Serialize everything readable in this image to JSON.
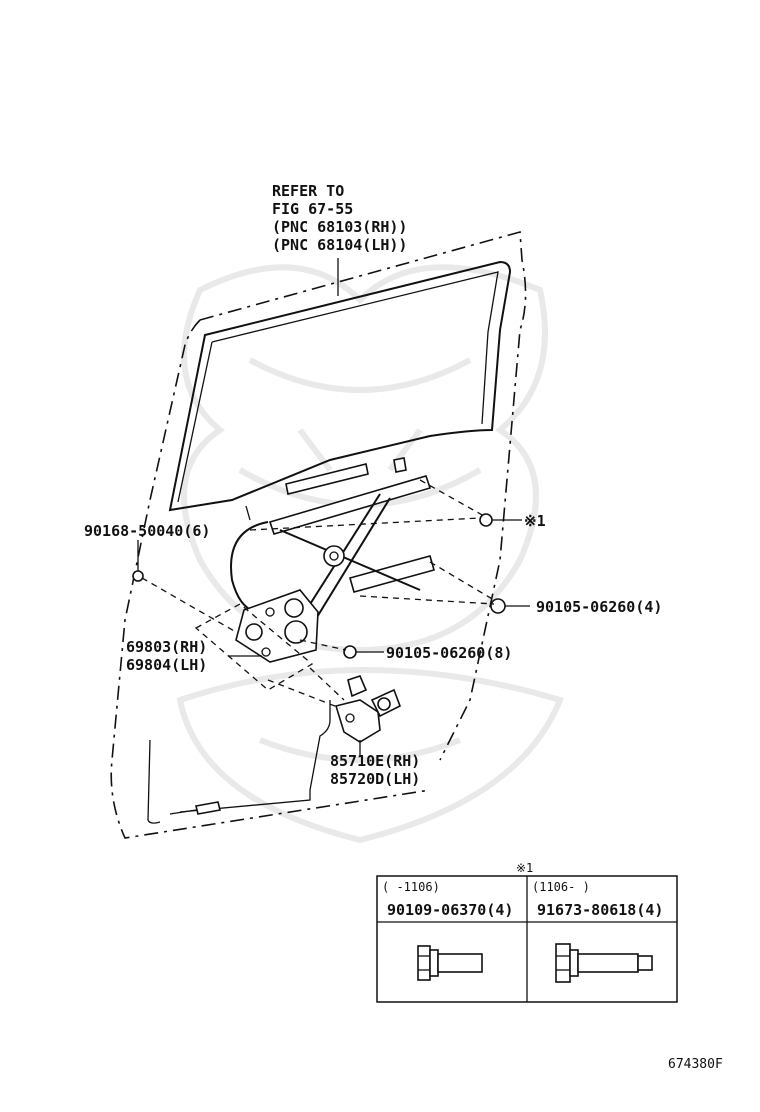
{
  "header": {
    "refer_line1": "REFER TO",
    "refer_line2": "FIG 67-55",
    "refer_line3": "(PNC 68103(RH))",
    "refer_line4": "(PNC 68104(LH))"
  },
  "callouts": {
    "bolt_left": "90168-50040(6)",
    "note_mark": "※1",
    "bolt_right_top": "90105-06260(4)",
    "regulator_rh": "69803(RH)",
    "regulator_lh": "69804(LH)",
    "bolt_center": "90105-06260(8)",
    "motor_rh": "85710E(RH)",
    "motor_lh": "85720D(LH)"
  },
  "note_table": {
    "mark": "※1",
    "columns": [
      {
        "range": "(    -1106)",
        "part": "90109-06370(4)"
      },
      {
        "range": "(1106-    )",
        "part": "91673-80618(4)"
      }
    ]
  },
  "figure_code": "674380F",
  "icons": [
    "bolt-short-icon",
    "bolt-long-icon",
    "watermark-logo-icon"
  ]
}
